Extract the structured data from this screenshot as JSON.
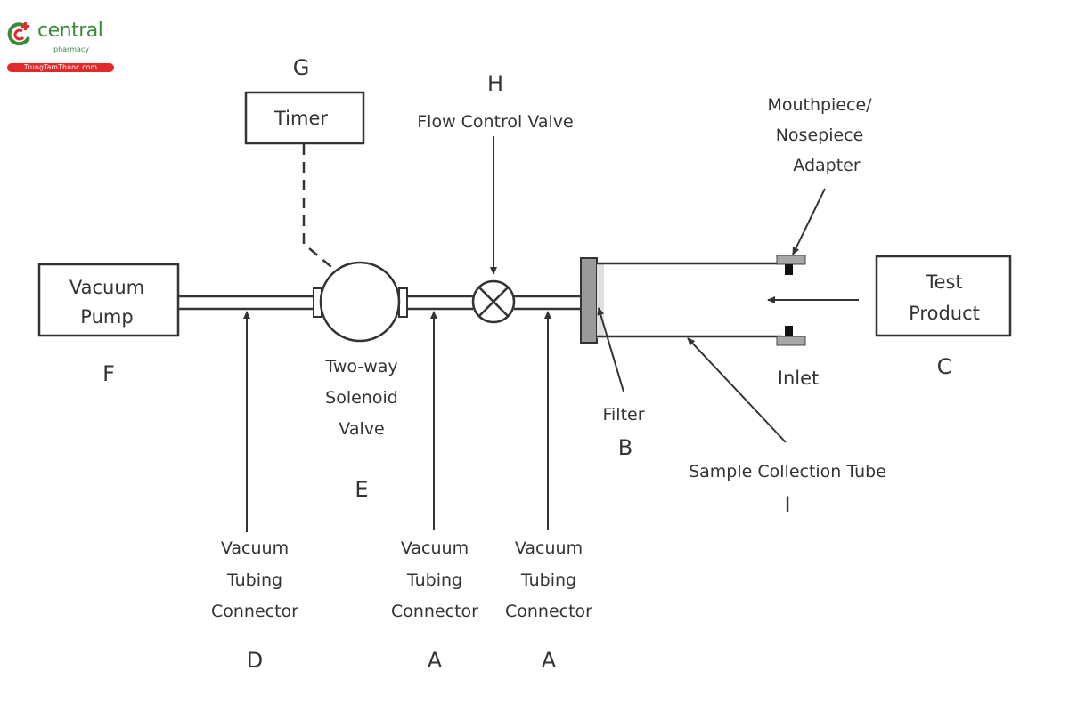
{
  "logo": {
    "name": "central",
    "subtitle": "pharmacy",
    "site": "TrungTamThuoc.com",
    "colors": {
      "green": "#3a8a3a",
      "red": "#e22a2a"
    }
  },
  "components": {
    "timer": {
      "letter": "G",
      "label": "Timer"
    },
    "flow_control_valve": {
      "letter": "H",
      "label": "Flow Control Valve"
    },
    "adapter": {
      "line1": "Mouthpiece/",
      "line2": "Nosepiece",
      "line3": "Adapter"
    },
    "vacuum_pump": {
      "letter": "F",
      "line1": "Vacuum",
      "line2": "Pump"
    },
    "solenoid_valve": {
      "letter": "E",
      "line1": "Two-way",
      "line2": "Solenoid",
      "line3": "Valve"
    },
    "test_product": {
      "letter": "C",
      "line1": "Test",
      "line2": "Product"
    },
    "inlet": {
      "label": "Inlet"
    },
    "filter": {
      "letter": "B",
      "label": "Filter"
    },
    "sample_tube": {
      "letter": "I",
      "label": "Sample Collection Tube"
    },
    "connectors": [
      {
        "letter": "D",
        "line1": "Vacuum",
        "line2": "Tubing",
        "line3": "Connector"
      },
      {
        "letter": "A",
        "line1": "Vacuum",
        "line2": "Tubing",
        "line3": "Connector"
      },
      {
        "letter": "A",
        "line1": "Vacuum",
        "line2": "Tubing",
        "line3": "Connector"
      }
    ]
  },
  "icons": {
    "solenoid": "circle-valve-icon",
    "flow_valve": "crossed-circle-valve-icon",
    "logo_mark": "plus-ring-icon"
  }
}
